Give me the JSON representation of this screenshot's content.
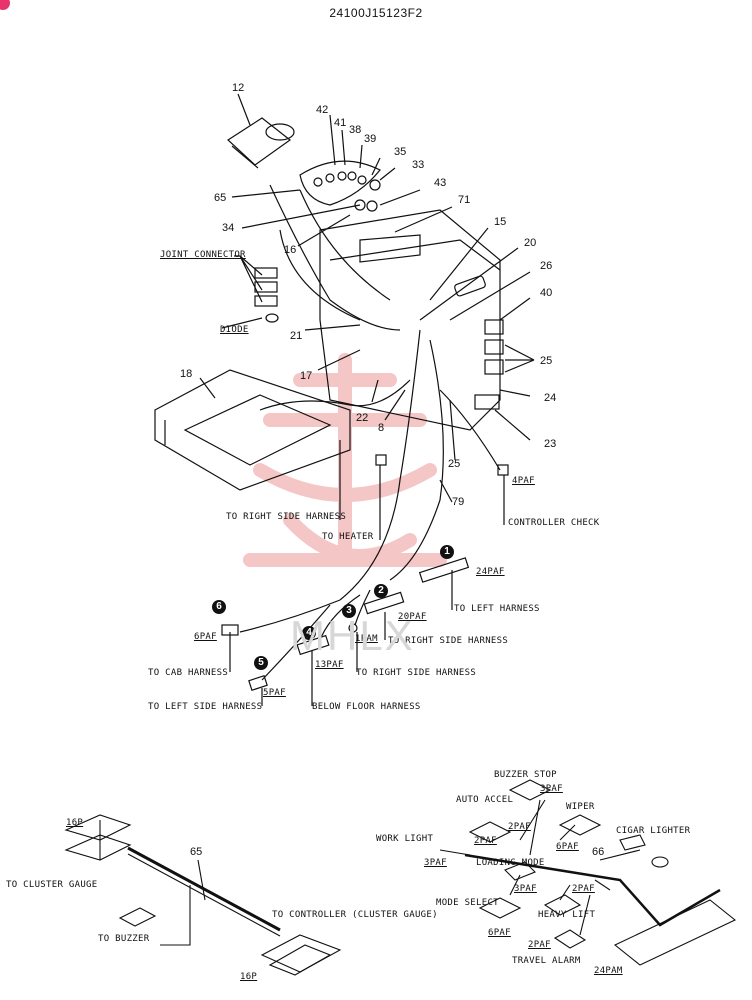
{
  "header": {
    "title": "24100J15123F2"
  },
  "watermark": "MHLX",
  "colors": {
    "line": "#111111",
    "watermark_red": "#f2b9b9",
    "badge": "#e8336d"
  },
  "part_numbers": {
    "p12": "12",
    "p42": "42",
    "p41": "41",
    "p38": "38",
    "p39": "39",
    "p35": "35",
    "p33": "33",
    "p43": "43",
    "p65a": "65",
    "p34": "34",
    "p71": "71",
    "p16": "16",
    "p15": "15",
    "p20": "20",
    "p26": "26",
    "p40": "40",
    "p25a": "25",
    "p24": "24",
    "p23": "23",
    "p25b": "25",
    "p21": "21",
    "p17": "17",
    "p18": "18",
    "p22": "22",
    "p8": "8",
    "p79": "79",
    "p65b": "65",
    "p66": "66"
  },
  "labels": {
    "joint_connector": "JOINT CONNECTOR",
    "diode": "DIODE",
    "to_right_side_harness_a": "TO RIGHT SIDE HARNESS",
    "to_heater": "TO HEATER",
    "controller_check": "CONTROLLER CHECK",
    "paf4": "4PAF",
    "paf24": "24PAF",
    "to_left_harness": "TO LEFT HARNESS",
    "paf20": "20PAF",
    "pam1": "1PAM",
    "to_right_side_harness_b": "TO RIGHT SIDE HARNESS",
    "paf6": "6PAF",
    "paf13": "13PAF",
    "to_right_side_harness_c": "TO RIGHT SIDE HARNESS",
    "to_cab_harness": "TO CAB HARNESS",
    "paf5": "5PAF",
    "to_left_side_harness": "TO LEFT SIDE HARNESS",
    "below_floor_harness": "BELOW FLOOR HARNESS"
  },
  "callouts": {
    "c1": "1",
    "c2": "2",
    "c3": "3",
    "c4": "4",
    "c5": "5",
    "c6": "6"
  },
  "harness65": {
    "p16_top": "16P",
    "to_cluster_gauge": "TO CLUSTER GAUGE",
    "to_buzzer": "TO BUZZER",
    "to_controller": "TO CONTROLLER (CLUSTER GAUGE)",
    "p16_bottom": "16P"
  },
  "harness66": {
    "buzzer_stop": "BUZZER STOP",
    "auto_accel": "AUTO ACCEL",
    "paf3a": "3PAF",
    "paf2a": "2PAF",
    "wiper": "WIPER",
    "work_light": "WORK LIGHT",
    "paf2b": "2PAF",
    "paf6": "6PAF",
    "cigar_lighter": "CIGAR LIGHTER",
    "paf3b": "3PAF",
    "loading_mode": "LOADING MODE",
    "paf3c": "3PAF",
    "paf2c": "2PAF",
    "mode_select": "MODE SELECT",
    "heavy_lift": "HEAVY LIFT",
    "paf6b": "6PAF",
    "paf2d": "2PAF",
    "travel_alarm": "TRAVEL ALARM",
    "pam24": "24PAM"
  }
}
